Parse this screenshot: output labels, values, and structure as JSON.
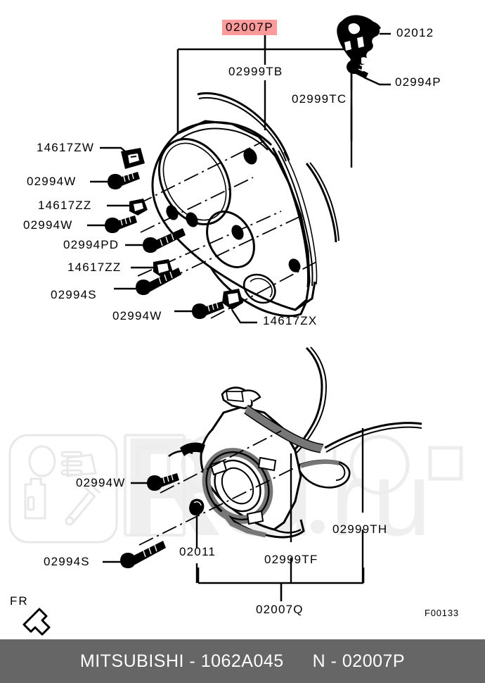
{
  "diagram": {
    "code": "F00133",
    "highlight_color": "#ff9a9a",
    "footer_bg": "#666666",
    "orientation_marker": "FR"
  },
  "footer": {
    "brand": "MITSUBISHI",
    "dash": "-",
    "drawing_no": "1062A045",
    "note_prefix": "N",
    "note_dash": "-",
    "note_part": "02007P"
  },
  "callouts": {
    "assembly_top": "02007P",
    "assembly_bottom": "02007Q",
    "bracket": "02012",
    "bolt_bracket": "02994P",
    "seal_tb": "02999TB",
    "seal_tc": "02999TC",
    "seal_tf": "02999TF",
    "seal_th": "02999TH",
    "clip_zw": "14617ZW",
    "clip_zz_upper": "14617ZZ",
    "clip_zz_lower": "14617ZZ",
    "clip_zx": "14617ZX",
    "bolt_w1": "02994W",
    "bolt_w2": "02994W",
    "bolt_pd": "02994PD",
    "bolt_s1": "02994S",
    "bolt_w3": "02994W",
    "bolt_w4": "02994W",
    "bolt_s2": "02994S",
    "plug": "02011"
  }
}
